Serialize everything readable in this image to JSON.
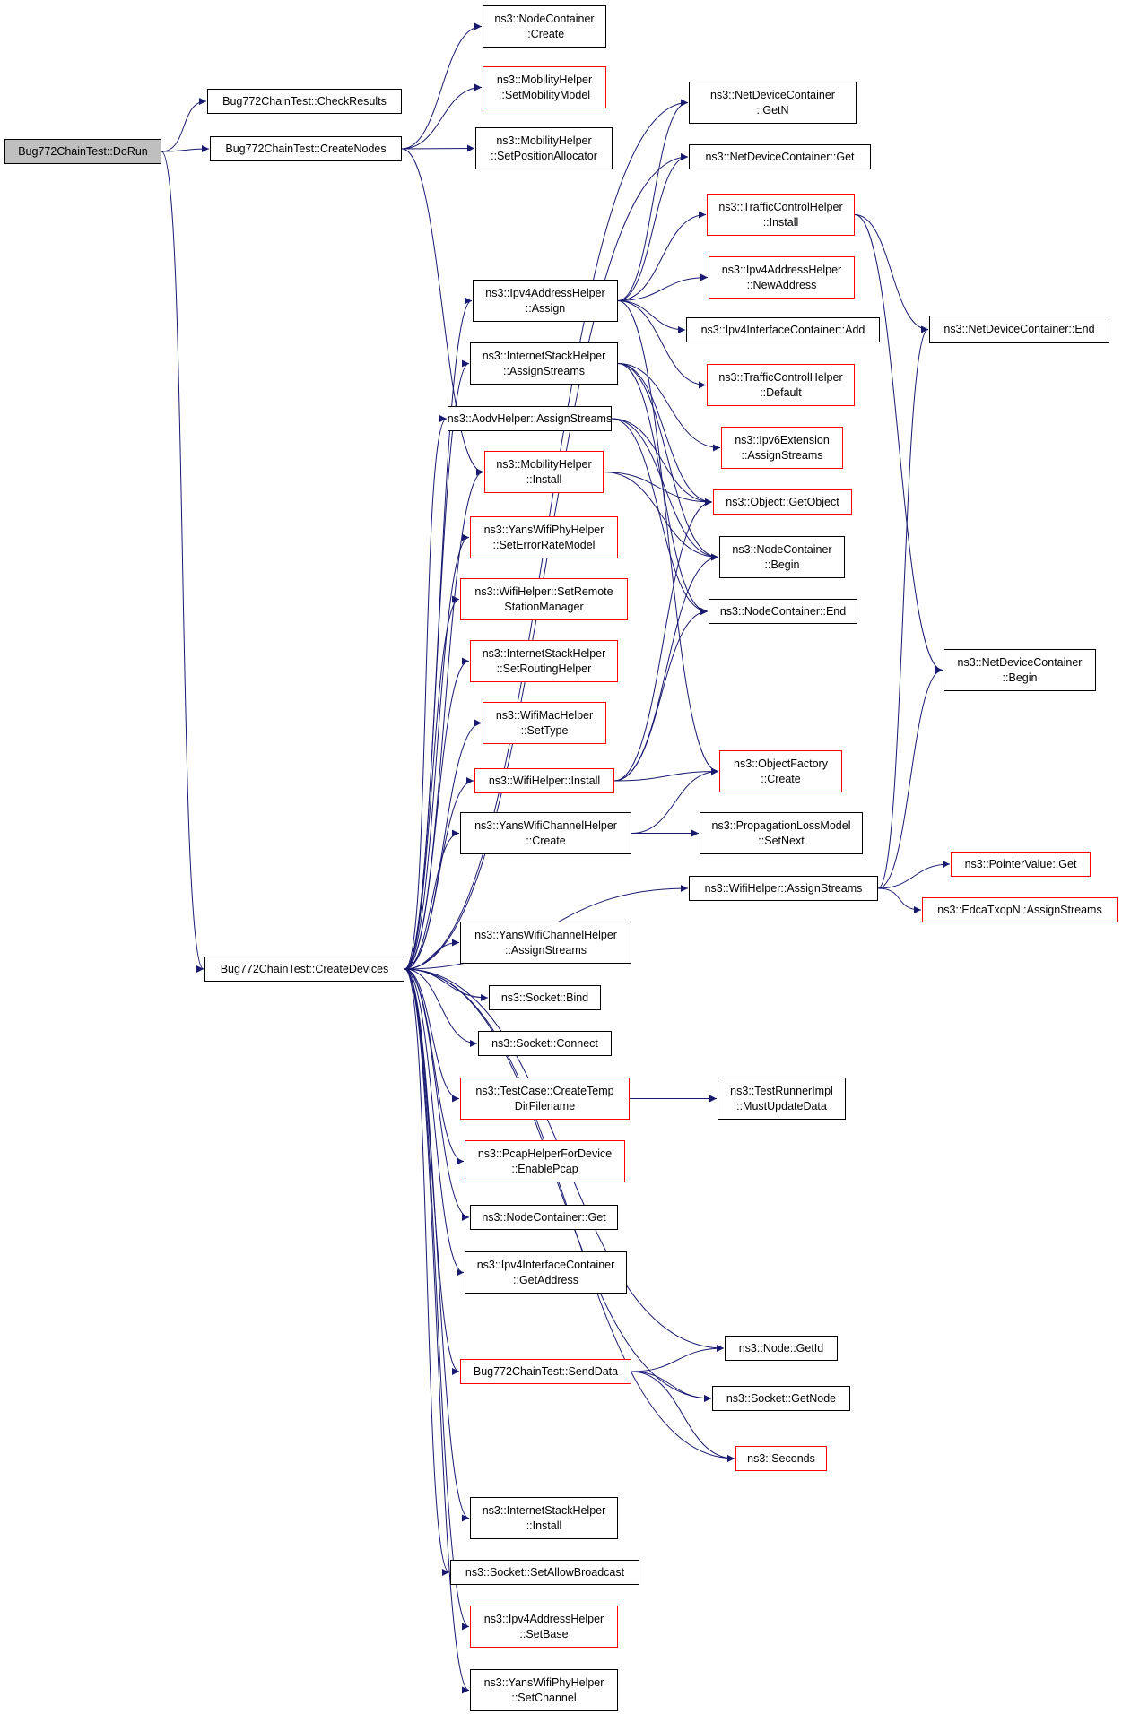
{
  "graph": {
    "colors": {
      "edge": "#191970",
      "node_border": "#000000",
      "highlight_border": "#ff0000",
      "root_fill": "#bfbfbf"
    },
    "nodes": [
      {
        "id": "dorun",
        "lines": [
          "Bug772ChainTest::DoRun"
        ],
        "style": "root"
      },
      {
        "id": "checkresults",
        "lines": [
          "Bug772ChainTest::CheckResults"
        ],
        "style": "black"
      },
      {
        "id": "createnodes",
        "lines": [
          "Bug772ChainTest::CreateNodes"
        ],
        "style": "black"
      },
      {
        "id": "createdevices",
        "lines": [
          "Bug772ChainTest::CreateDevices"
        ],
        "style": "black"
      },
      {
        "id": "nc_create",
        "lines": [
          "ns3::NodeContainer",
          "::Create"
        ],
        "style": "black"
      },
      {
        "id": "mh_setmobilitymodel",
        "lines": [
          "ns3::MobilityHelper",
          "::SetMobilityModel"
        ],
        "style": "red"
      },
      {
        "id": "mh_setpositionallocator",
        "lines": [
          "ns3::MobilityHelper",
          "::SetPositionAllocator"
        ],
        "style": "black"
      },
      {
        "id": "ipv4ah_assign",
        "lines": [
          "ns3::Ipv4AddressHelper",
          "::Assign"
        ],
        "style": "black"
      },
      {
        "id": "ish_assignstreams",
        "lines": [
          "ns3::InternetStackHelper",
          "::AssignStreams"
        ],
        "style": "black"
      },
      {
        "id": "aodv_assignstreams",
        "lines": [
          "ns3::AodvHelper::AssignStreams"
        ],
        "style": "black"
      },
      {
        "id": "mh_install",
        "lines": [
          "ns3::MobilityHelper",
          "::Install"
        ],
        "style": "red"
      },
      {
        "id": "ywph_seterrorratemodel",
        "lines": [
          "ns3::YansWifiPhyHelper",
          "::SetErrorRateModel"
        ],
        "style": "red"
      },
      {
        "id": "wh_setremote",
        "lines": [
          "ns3::WifiHelper::SetRemote",
          "StationManager"
        ],
        "style": "red"
      },
      {
        "id": "ish_setrouting",
        "lines": [
          "ns3::InternetStackHelper",
          "::SetRoutingHelper"
        ],
        "style": "red"
      },
      {
        "id": "wmh_settype",
        "lines": [
          "ns3::WifiMacHelper",
          "::SetType"
        ],
        "style": "red"
      },
      {
        "id": "wh_install",
        "lines": [
          "ns3::WifiHelper::Install"
        ],
        "style": "red"
      },
      {
        "id": "ywch_create",
        "lines": [
          "ns3::YansWifiChannelHelper",
          "::Create"
        ],
        "style": "black"
      },
      {
        "id": "ywch_assignstreams",
        "lines": [
          "ns3::YansWifiChannelHelper",
          "::AssignStreams"
        ],
        "style": "black"
      },
      {
        "id": "socket_bind",
        "lines": [
          "ns3::Socket::Bind"
        ],
        "style": "black"
      },
      {
        "id": "socket_connect",
        "lines": [
          "ns3::Socket::Connect"
        ],
        "style": "black"
      },
      {
        "id": "tc_createtemp",
        "lines": [
          "ns3::TestCase::CreateTemp",
          "DirFilename"
        ],
        "style": "red"
      },
      {
        "id": "phfd_enablepcap",
        "lines": [
          "ns3::PcapHelperForDevice",
          "::EnablePcap"
        ],
        "style": "red"
      },
      {
        "id": "nc_get",
        "lines": [
          "ns3::NodeContainer::Get"
        ],
        "style": "black"
      },
      {
        "id": "ipv4ic_getaddress",
        "lines": [
          "ns3::Ipv4InterfaceContainer",
          "::GetAddress"
        ],
        "style": "black"
      },
      {
        "id": "senddata",
        "lines": [
          "Bug772ChainTest::SendData"
        ],
        "style": "red"
      },
      {
        "id": "ish_install",
        "lines": [
          "ns3::InternetStackHelper",
          "::Install"
        ],
        "style": "black"
      },
      {
        "id": "socket_setallowbroadcast",
        "lines": [
          "ns3::Socket::SetAllowBroadcast"
        ],
        "style": "black"
      },
      {
        "id": "ipv4ah_setbase",
        "lines": [
          "ns3::Ipv4AddressHelper",
          "::SetBase"
        ],
        "style": "red"
      },
      {
        "id": "ywph_setchannel",
        "lines": [
          "ns3::YansWifiPhyHelper",
          "::SetChannel"
        ],
        "style": "black"
      },
      {
        "id": "ndc_getn",
        "lines": [
          "ns3::NetDeviceContainer",
          "::GetN"
        ],
        "style": "black"
      },
      {
        "id": "ndc_get",
        "lines": [
          "ns3::NetDeviceContainer::Get"
        ],
        "style": "black"
      },
      {
        "id": "tch_install",
        "lines": [
          "ns3::TrafficControlHelper",
          "::Install"
        ],
        "style": "red"
      },
      {
        "id": "ipv4ah_newaddress",
        "lines": [
          "ns3::Ipv4AddressHelper",
          "::NewAddress"
        ],
        "style": "red"
      },
      {
        "id": "ipv4ic_add",
        "lines": [
          "ns3::Ipv4InterfaceContainer::Add"
        ],
        "style": "black"
      },
      {
        "id": "tch_default",
        "lines": [
          "ns3::TrafficControlHelper",
          "::Default"
        ],
        "style": "red"
      },
      {
        "id": "ipv6ext_assignstreams",
        "lines": [
          "ns3::Ipv6Extension",
          "::AssignStreams"
        ],
        "style": "red"
      },
      {
        "id": "object_getobject",
        "lines": [
          "ns3::Object::GetObject"
        ],
        "style": "red"
      },
      {
        "id": "nc_begin",
        "lines": [
          "ns3::NodeContainer",
          "::Begin"
        ],
        "style": "black"
      },
      {
        "id": "nc_end",
        "lines": [
          "ns3::NodeContainer::End"
        ],
        "style": "black"
      },
      {
        "id": "objfactory_create",
        "lines": [
          "ns3::ObjectFactory",
          "::Create"
        ],
        "style": "red"
      },
      {
        "id": "plm_setnext",
        "lines": [
          "ns3::PropagationLossModel",
          "::SetNext"
        ],
        "style": "black"
      },
      {
        "id": "wh_assignstreams",
        "lines": [
          "ns3::WifiHelper::AssignStreams"
        ],
        "style": "black"
      },
      {
        "id": "trimpl_mustupdate",
        "lines": [
          "ns3::TestRunnerImpl",
          "::MustUpdateData"
        ],
        "style": "black"
      },
      {
        "id": "node_getid",
        "lines": [
          "ns3::Node::GetId"
        ],
        "style": "black"
      },
      {
        "id": "socket_getnode",
        "lines": [
          "ns3::Socket::GetNode"
        ],
        "style": "black"
      },
      {
        "id": "seconds",
        "lines": [
          "ns3::Seconds"
        ],
        "style": "red"
      },
      {
        "id": "ndc_end",
        "lines": [
          "ns3::NetDeviceContainer::End"
        ],
        "style": "black"
      },
      {
        "id": "ndc_begin",
        "lines": [
          "ns3::NetDeviceContainer",
          "::Begin"
        ],
        "style": "black"
      },
      {
        "id": "pointervalue_get",
        "lines": [
          "ns3::PointerValue::Get"
        ],
        "style": "red"
      },
      {
        "id": "edcatxopn_assignstreams",
        "lines": [
          "ns3::EdcaTxopN::AssignStreams"
        ],
        "style": "red"
      }
    ],
    "edges": [
      [
        "dorun",
        "checkresults"
      ],
      [
        "dorun",
        "createnodes"
      ],
      [
        "dorun",
        "createdevices"
      ],
      [
        "createnodes",
        "nc_create"
      ],
      [
        "createnodes",
        "mh_setmobilitymodel"
      ],
      [
        "createnodes",
        "mh_setpositionallocator"
      ],
      [
        "createnodes",
        "mh_install"
      ],
      [
        "createdevices",
        "ndc_getn"
      ],
      [
        "createdevices",
        "ndc_get"
      ],
      [
        "createdevices",
        "ipv4ah_assign"
      ],
      [
        "createdevices",
        "ish_assignstreams"
      ],
      [
        "createdevices",
        "aodv_assignstreams"
      ],
      [
        "createdevices",
        "mh_install"
      ],
      [
        "createdevices",
        "ywph_seterrorratemodel"
      ],
      [
        "createdevices",
        "wh_setremote"
      ],
      [
        "createdevices",
        "ish_setrouting"
      ],
      [
        "createdevices",
        "wmh_settype"
      ],
      [
        "createdevices",
        "wh_install"
      ],
      [
        "createdevices",
        "ywch_create"
      ],
      [
        "createdevices",
        "wh_assignstreams"
      ],
      [
        "createdevices",
        "ywch_assignstreams"
      ],
      [
        "createdevices",
        "socket_bind"
      ],
      [
        "createdevices",
        "socket_connect"
      ],
      [
        "createdevices",
        "tc_createtemp"
      ],
      [
        "createdevices",
        "phfd_enablepcap"
      ],
      [
        "createdevices",
        "nc_get"
      ],
      [
        "createdevices",
        "ipv4ic_getaddress"
      ],
      [
        "createdevices",
        "node_getid"
      ],
      [
        "createdevices",
        "senddata"
      ],
      [
        "createdevices",
        "socket_getnode"
      ],
      [
        "createdevices",
        "seconds"
      ],
      [
        "createdevices",
        "ish_install"
      ],
      [
        "createdevices",
        "socket_setallowbroadcast"
      ],
      [
        "createdevices",
        "ipv4ah_setbase"
      ],
      [
        "createdevices",
        "ywph_setchannel"
      ],
      [
        "ipv4ah_assign",
        "ndc_getn"
      ],
      [
        "ipv4ah_assign",
        "ndc_get"
      ],
      [
        "ipv4ah_assign",
        "tch_install"
      ],
      [
        "ipv4ah_assign",
        "ipv4ah_newaddress"
      ],
      [
        "ipv4ah_assign",
        "ipv4ic_add"
      ],
      [
        "ipv4ah_assign",
        "tch_default"
      ],
      [
        "ipv4ah_assign",
        "objfactory_create"
      ],
      [
        "ish_assignstreams",
        "ipv6ext_assignstreams"
      ],
      [
        "ish_assignstreams",
        "object_getobject"
      ],
      [
        "ish_assignstreams",
        "nc_begin"
      ],
      [
        "ish_assignstreams",
        "nc_end"
      ],
      [
        "aodv_assignstreams",
        "object_getobject"
      ],
      [
        "aodv_assignstreams",
        "nc_begin"
      ],
      [
        "aodv_assignstreams",
        "nc_end"
      ],
      [
        "mh_install",
        "object_getobject"
      ],
      [
        "mh_install",
        "nc_begin"
      ],
      [
        "wh_install",
        "objfactory_create"
      ],
      [
        "wh_install",
        "object_getobject"
      ],
      [
        "wh_install",
        "nc_begin"
      ],
      [
        "wh_install",
        "nc_end"
      ],
      [
        "ywch_create",
        "objfactory_create"
      ],
      [
        "ywch_create",
        "plm_setnext"
      ],
      [
        "tch_install",
        "ndc_end"
      ],
      [
        "tch_install",
        "ndc_begin"
      ],
      [
        "wh_assignstreams",
        "ndc_end"
      ],
      [
        "wh_assignstreams",
        "ndc_begin"
      ],
      [
        "wh_assignstreams",
        "pointervalue_get"
      ],
      [
        "wh_assignstreams",
        "edcatxopn_assignstreams"
      ],
      [
        "tc_createtemp",
        "trimpl_mustupdate"
      ],
      [
        "senddata",
        "node_getid"
      ],
      [
        "senddata",
        "socket_getnode"
      ],
      [
        "senddata",
        "seconds"
      ]
    ]
  }
}
